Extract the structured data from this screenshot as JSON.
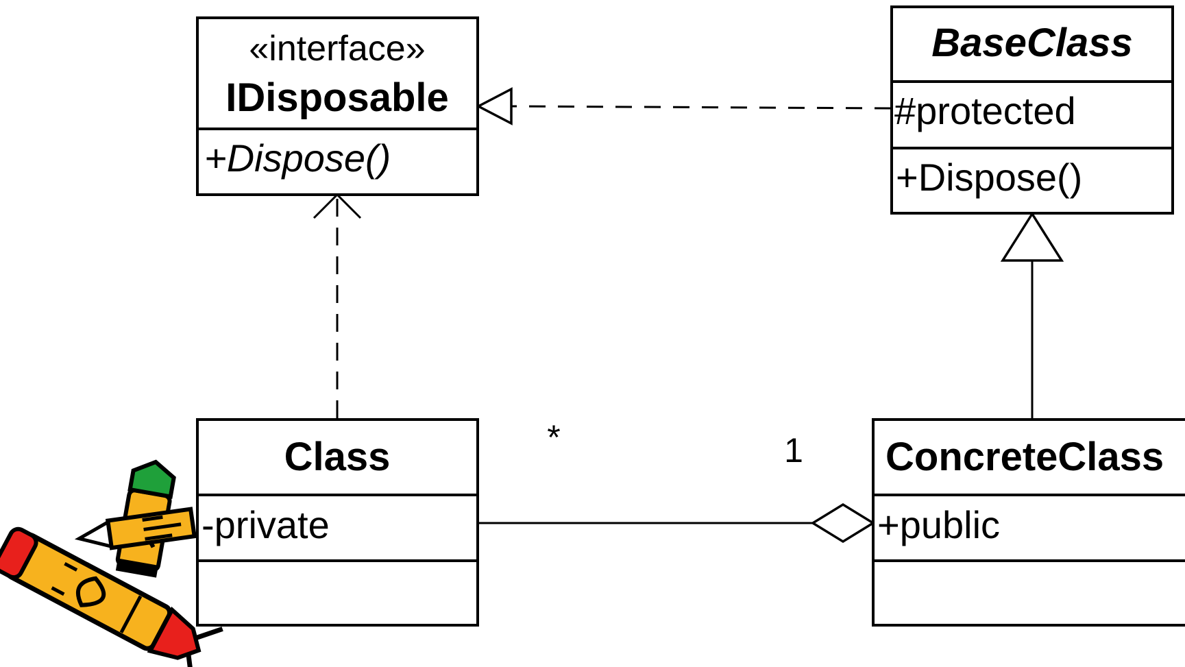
{
  "classes": {
    "idisposable": {
      "stereotype": "«interface»",
      "name": "IDisposable",
      "operation": "+Dispose()"
    },
    "base_class": {
      "name": "BaseClass",
      "attribute": "#protected",
      "operation": "+Dispose()"
    },
    "class": {
      "name": "Class",
      "attribute": "-private"
    },
    "concrete_class": {
      "name": "ConcreteClass",
      "attribute": "+public"
    }
  },
  "relationships": {
    "aggregation": {
      "multiplicity_class_end": "*",
      "multiplicity_concrete_end": "1"
    }
  },
  "colors": {
    "stroke": "#000000",
    "background": "#ffffff",
    "crayon_orange": "#F7B21E",
    "crayon_red": "#E8201C",
    "crayon_green": "#1FA03A"
  },
  "icons": {
    "clipart": "crayons-clipart-icon"
  }
}
